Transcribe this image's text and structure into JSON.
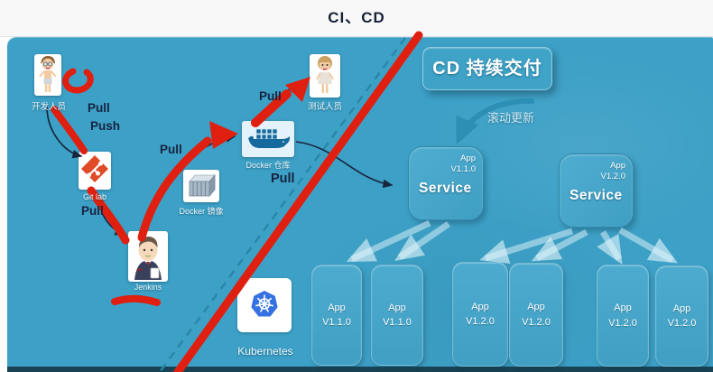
{
  "header": {
    "title": "CI、CD"
  },
  "ci": {
    "developer_label": "开发人员",
    "tester_label": "测试人员",
    "gitlab_label": "Git lab",
    "jenkins_label": "Jenkins",
    "docker_image_label": "Docker 镜像",
    "docker_repo_label": "Docker 仓库",
    "kubernetes_label": "Kubernetes",
    "edges": {
      "dev_pull": "Pull",
      "dev_push": "Push",
      "git_pull": "Pull",
      "repo_pull": "Pull",
      "tester_pull": "Pull",
      "service_pull": "Pull"
    }
  },
  "cd": {
    "title": "CD 持续交付",
    "rolling_update": "滚动更新",
    "services": [
      {
        "name": "Service",
        "badge_line1": "App",
        "badge_line2": "V1.1.0"
      },
      {
        "name": "Service",
        "badge_line1": "App",
        "badge_line2": "V1.2.0"
      }
    ],
    "apps": [
      {
        "l1": "App",
        "l2": "V1.1.0"
      },
      {
        "l1": "App",
        "l2": "V1.1.0"
      },
      {
        "l1": "App",
        "l2": "V1.2.0"
      },
      {
        "l1": "App",
        "l2": "V1.2.0"
      },
      {
        "l1": "App",
        "l2": "V1.2.0"
      },
      {
        "l1": "App",
        "l2": "V1.2.0"
      }
    ]
  },
  "colors": {
    "panel_blue": "#3da0c6",
    "annotation_red": "#df2010",
    "dark_text": "#16233f",
    "kubernetes_blue": "#3571e3",
    "git_orange": "#df4b27",
    "docker_navy": "#15699c"
  }
}
